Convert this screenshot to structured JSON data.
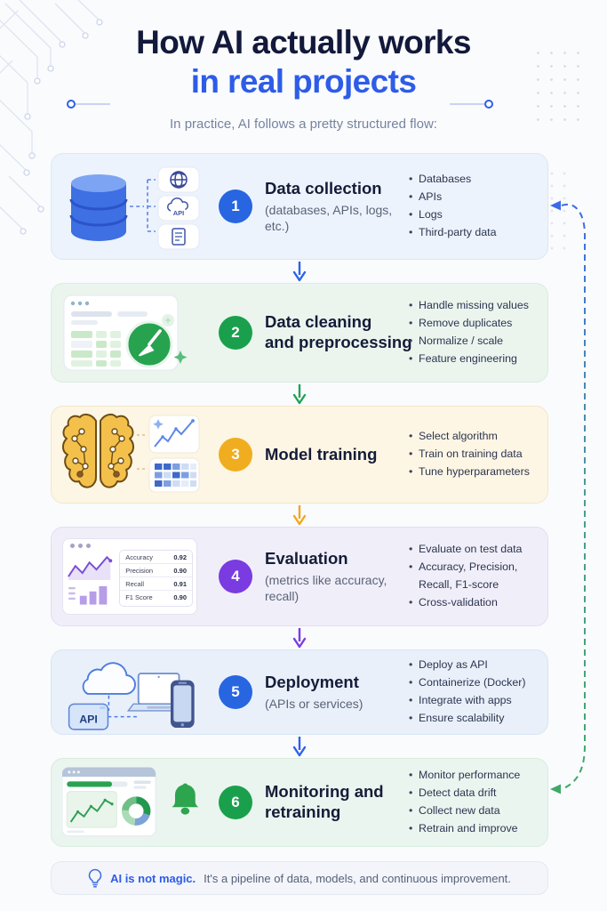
{
  "header": {
    "title_line1": "How AI actually works",
    "title_line2": "in real projects",
    "subtitle": "In practice, AI follows a pretty structured flow:",
    "title_color": "#12193b",
    "accent_color": "#2d5ce8"
  },
  "steps": [
    {
      "number": "1",
      "title_lines": [
        "Data collection",
        ""
      ],
      "subtitle": "(databases, APIs, logs, etc.)",
      "bullets": [
        "Databases",
        "APIs",
        "Logs",
        "Third-party data"
      ],
      "accent": "#2766e0",
      "card_bg": "#edf3fc",
      "card_border": "#dce7f7",
      "api_badge": "API"
    },
    {
      "number": "2",
      "title_lines": [
        "Data cleaning",
        "and preprocessing"
      ],
      "subtitle": "",
      "bullets": [
        "Handle missing values",
        "Remove duplicates",
        "Normalize / scale",
        "Feature engineering"
      ],
      "accent": "#1aa04c",
      "card_bg": "#ebf5ee",
      "card_border": "#d9ecdf"
    },
    {
      "number": "3",
      "title_lines": [
        "Model training",
        ""
      ],
      "subtitle": "",
      "bullets": [
        "Select algorithm",
        "Train on training data",
        "Tune hyperparameters"
      ],
      "accent": "#f0ad1f",
      "card_bg": "#fdf6e4",
      "card_border": "#f3e7c9"
    },
    {
      "number": "4",
      "title_lines": [
        "Evaluation",
        ""
      ],
      "subtitle": "(metrics like accuracy, recall)",
      "bullets": [
        "Evaluate on test data",
        "Accuracy, Precision, Recall, F1-score",
        "Cross-validation"
      ],
      "accent": "#7a3be0",
      "card_bg": "#f0eef9",
      "card_border": "#e3def3",
      "metrics": [
        {
          "label": "Accuracy",
          "value": "0.92"
        },
        {
          "label": "Precision",
          "value": "0.90"
        },
        {
          "label": "Recall",
          "value": "0.91"
        },
        {
          "label": "F1 Score",
          "value": "0.90"
        }
      ]
    },
    {
      "number": "5",
      "title_lines": [
        "Deployment",
        ""
      ],
      "subtitle": "(APIs or services)",
      "bullets": [
        "Deploy as API",
        "Containerize (Docker)",
        "Integrate with apps",
        "Ensure scalability"
      ],
      "accent": "#2766e0",
      "card_bg": "#e9f0fa",
      "card_border": "#d8e5f4",
      "api_badge": "API"
    },
    {
      "number": "6",
      "title_lines": [
        "Monitoring and",
        "retraining"
      ],
      "subtitle": "",
      "bullets": [
        "Monitor performance",
        "Detect data drift",
        "Collect new data",
        "Retrain and improve"
      ],
      "accent": "#1aa04c",
      "card_bg": "#ebf5ef",
      "card_border": "#d9ecdf"
    }
  ],
  "flow": {
    "arrow_colors": [
      "#2b63e8",
      "#1fa257",
      "#f2a71b",
      "#7a3be0",
      "#2b63e8"
    ],
    "loop_top_color": "#3b6ce8",
    "loop_bottom_color": "#3fa968"
  },
  "icons": {
    "step1": [
      "database-icon",
      "globe-icon",
      "cloud-api-icon",
      "document-icon"
    ],
    "step2": [
      "browser-window-icon",
      "broom-icon",
      "sparkle-icon"
    ],
    "step3": [
      "brain-icon",
      "line-chart-icon",
      "matrix-grid-icon"
    ],
    "step4": [
      "browser-window-icon",
      "line-chart-icon",
      "bar-chart-icon"
    ],
    "step5": [
      "cloud-icon",
      "api-box-icon",
      "laptop-icon",
      "smartphone-icon"
    ],
    "step6": [
      "dashboard-icon",
      "donut-chart-icon",
      "bell-icon"
    ],
    "footer": "lightbulb-icon"
  },
  "footer": {
    "highlight": "AI is not magic.",
    "text": "It's a pipeline of data, models, and continuous improvement."
  }
}
